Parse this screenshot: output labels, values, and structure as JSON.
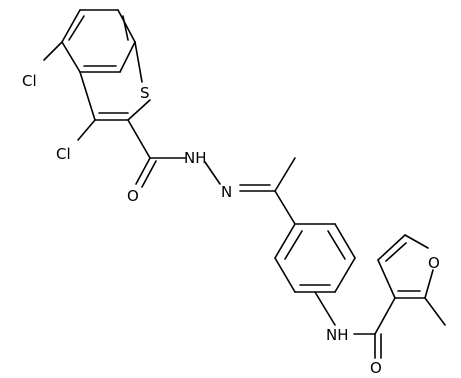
{
  "molecule": {
    "atom_labels": {
      "cl1": "Cl",
      "cl2": "Cl",
      "s1": "S",
      "o_amide1": "O",
      "nh1": "NH",
      "n2": "N",
      "o_furan": "O",
      "nh2": "NH",
      "o_amide2": "O"
    },
    "colors": {
      "bond": "#000000",
      "background": "#ffffff"
    }
  }
}
